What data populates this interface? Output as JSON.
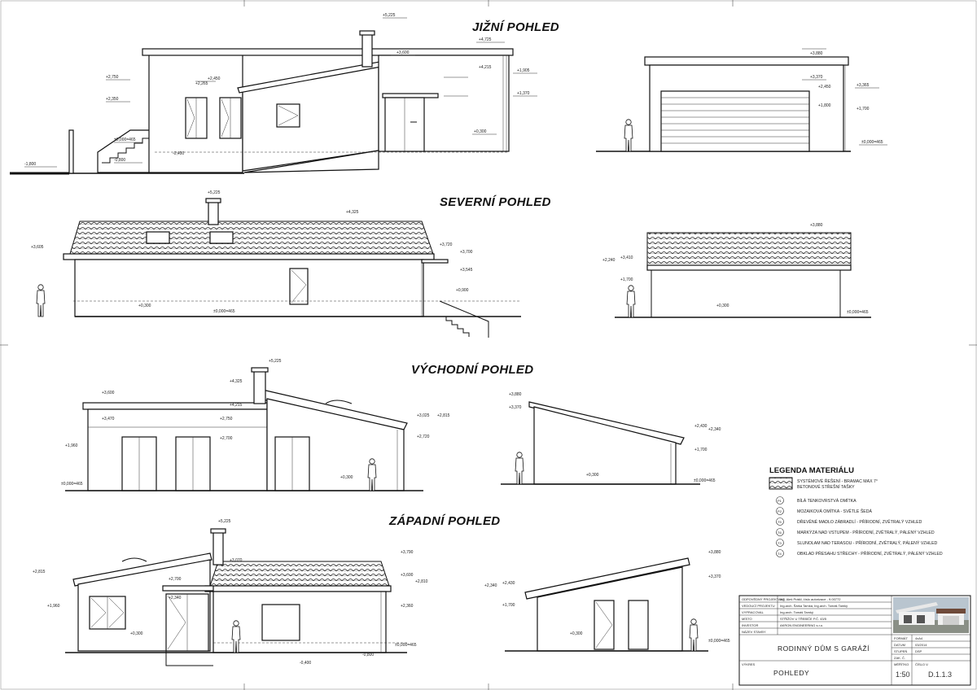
{
  "views": {
    "south": "JIŽNÍ POHLED",
    "north": "SEVERNÍ POHLED",
    "east": "VÝCHODNÍ POHLED",
    "west": "ZÁPADNÍ POHLED"
  },
  "legend": {
    "title": "LEGENDA MATERIÁLU",
    "roof_line1": "SYSTÉMOVÉ ŘEŠENÍ - BRAMAC MAX 7°",
    "roof_line2": "BETONOVÉ STŘEŠNÍ TAŠKY",
    "items": [
      {
        "code": "P1",
        "text": "BÍLÁ TENKOVRSTVÁ OMÍTKA"
      },
      {
        "code": "P2",
        "text": "MOZAIKOVÁ OMÍTKA - SVĚTLE ŠEDÁ"
      },
      {
        "code": "T5",
        "text": "DŘEVĚNÉ MADLO ZÁBRADLÍ - PŘÍRODNÍ, ZVĚTRALÝ VZHLED"
      },
      {
        "code": "T6",
        "text": "MARKÝZA NAD VSTUPEM - PŘÍRODNÍ, ZVĚTRALÝ, PÁLENÝ VZHLED"
      },
      {
        "code": "T3",
        "text": "SLUNOLAM NAD TERASOU - PŘÍRODNÍ, ZVĚTRALÝ, PÁLENÝ VZHLED"
      },
      {
        "code": "T4",
        "text": "OBKLAD PŘESAHU STŘECHY - PŘÍRODNÍ, ZVĚTRALÝ, PÁLENÝ VZHLED"
      }
    ]
  },
  "title_block": {
    "rows": [
      {
        "label": "ODPOVĚDNÝ PROJEKTANT",
        "value": "Ing. Aleš Prášil, číslo autorizace - 9.00772"
      },
      {
        "label": "VEDOUCÍ PROJEKTU",
        "value": "Ing.arch. Šárka Tamká, Ing.arch. Tomáš Tamký"
      },
      {
        "label": "VYPRACOVAL",
        "value": "Ing.arch. Tomáš Tamký"
      },
      {
        "label": "MÍSTO",
        "value": "STŘÍŽOV U TŘEBÍČE P.Č. 43/5"
      },
      {
        "label": "INVESTOR",
        "value": "AKRON ENGINEERING s.r.o."
      },
      {
        "label": "NÁZEV STAVBY",
        "value": ""
      }
    ],
    "meta": [
      {
        "label": "FORMÁT",
        "value": "4xA4"
      },
      {
        "label": "DATUM",
        "value": "03/2014"
      },
      {
        "label": "STUPEŇ",
        "value": "DSP"
      },
      {
        "label": "ZAK. Č.",
        "value": ""
      }
    ],
    "project_name": "RODINNÝ DŮM S GARÁŽÍ",
    "drawing_name": "POHLEDY",
    "scale_label": "MĚŘÍTKO",
    "scale": "1:50",
    "number_label": "ČÍSLO V.",
    "drawing_number": "D.1.1.3",
    "drawing_label": "VÝKRES"
  },
  "levels": {
    "south_main": [
      "+5,225",
      "+4,725",
      "+4,215",
      "+3,600",
      "+2,750",
      "+2,350",
      "+2,450",
      "+2,265",
      "+1,905",
      "+1,370",
      "+0,300",
      "±0,000=465",
      "-1,800",
      "-0,800",
      "-0,400"
    ],
    "south_garage": [
      "+3,880",
      "+3,370",
      "+2,450",
      "+1,800",
      "+3,365",
      "+1,700",
      "±0,000=465"
    ],
    "north_main": [
      "+5,225",
      "+4,325",
      "+3,605",
      "+3,720",
      "+3,700",
      "+3,545",
      "+0,900",
      "+0,300",
      "±0,000=465"
    ],
    "north_garage": [
      "+3,880",
      "+3,410",
      "+2,240",
      "+1,700",
      "+0,300",
      "±0,000=465"
    ],
    "east_main": [
      "+5,225",
      "+4,325",
      "+4,215",
      "+3,600",
      "+3,470",
      "+3,025",
      "+2,815",
      "+2,720",
      "+2,750",
      "+2,700",
      "+1,960",
      "+0,300",
      "±0,000=465"
    ],
    "east_garage": [
      "+3,880",
      "+3,370",
      "+2,430",
      "+2,340",
      "+1,700",
      "+0,300",
      "±0,000=465"
    ],
    "west_main": [
      "+5,225",
      "+3,790",
      "+3,600",
      "+3,070",
      "+2,815",
      "+2,700",
      "+2,340",
      "+2,810",
      "+2,360",
      "+1,960",
      "+0,300",
      "±0,000=465",
      "-0,800",
      "-0,400"
    ],
    "west_garage": [
      "+3,880",
      "+3,370",
      "+2,430",
      "+2,340",
      "+1,700",
      "+0,300",
      "±0,000=465"
    ]
  }
}
